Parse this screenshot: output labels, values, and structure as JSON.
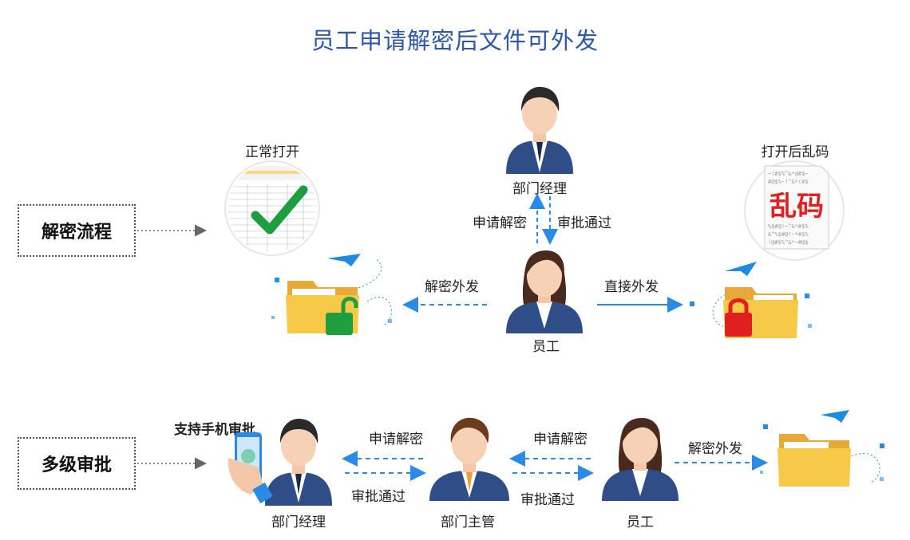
{
  "title": "员工申请解密后文件可外发",
  "sections": {
    "decrypt_flow": "解密流程",
    "multi_approval": "多级审批"
  },
  "top": {
    "normal_open": "正常打开",
    "garbled_open": "打开后乱码",
    "manager": "部门经理",
    "request_decrypt": "申请解密",
    "approve_pass": "审批通过",
    "decrypt_send": "解密外发",
    "direct_send": "直接外发",
    "employee": "员工",
    "garbled_chars": "乱码"
  },
  "bottom": {
    "mobile_support": "支持手机审批",
    "manager": "部门经理",
    "supervisor": "部门主管",
    "employee": "员工",
    "request_decrypt_1": "申请解密",
    "approve_pass_1": "审批通过",
    "request_decrypt_2": "申请解密",
    "approve_pass_2": "审批通过",
    "decrypt_send": "解密外发"
  },
  "colors": {
    "title": "#2f57a8",
    "arrow": "#2b8ae6",
    "folder": "#f7c948",
    "lock_green": "#1e9e3e",
    "lock_red": "#e02020",
    "suit": "#2f4d87",
    "plane": "#1d8be0"
  }
}
